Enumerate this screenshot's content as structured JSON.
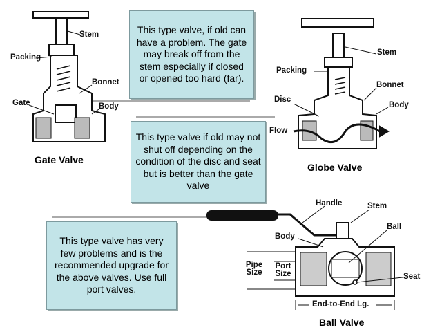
{
  "notes": {
    "gate_note": "This type valve, if old can have a problem. The gate may break off from the stem especially if closed or opened too hard (far).",
    "globe_note": "This type valve if old may not shut off depending on the condition of the disc and seat but is better than the gate valve",
    "ball_note": "This type valve has very few problems and is the recommended upgrade for the above valves. Use full port valves."
  },
  "gate_valve": {
    "title": "Gate Valve",
    "labels": {
      "stem": "Stem",
      "packing": "Packing",
      "bonnet": "Bonnet",
      "gate": "Gate",
      "body": "Body"
    }
  },
  "globe_valve": {
    "title": "Globe Valve",
    "labels": {
      "stem": "Stem",
      "packing": "Packing",
      "bonnet": "Bonnet",
      "disc": "Disc",
      "body": "Body",
      "flow": "Flow"
    }
  },
  "ball_valve": {
    "title": "Ball Valve",
    "labels": {
      "handle": "Handle",
      "stem": "Stem",
      "ball": "Ball",
      "body": "Body",
      "pipe_size": "Pipe Size",
      "port_size": "Port Size",
      "seat": "Seat",
      "end_to_end": "End-to-End Lg."
    }
  },
  "colors": {
    "note_bg": "#c2e4e8"
  }
}
